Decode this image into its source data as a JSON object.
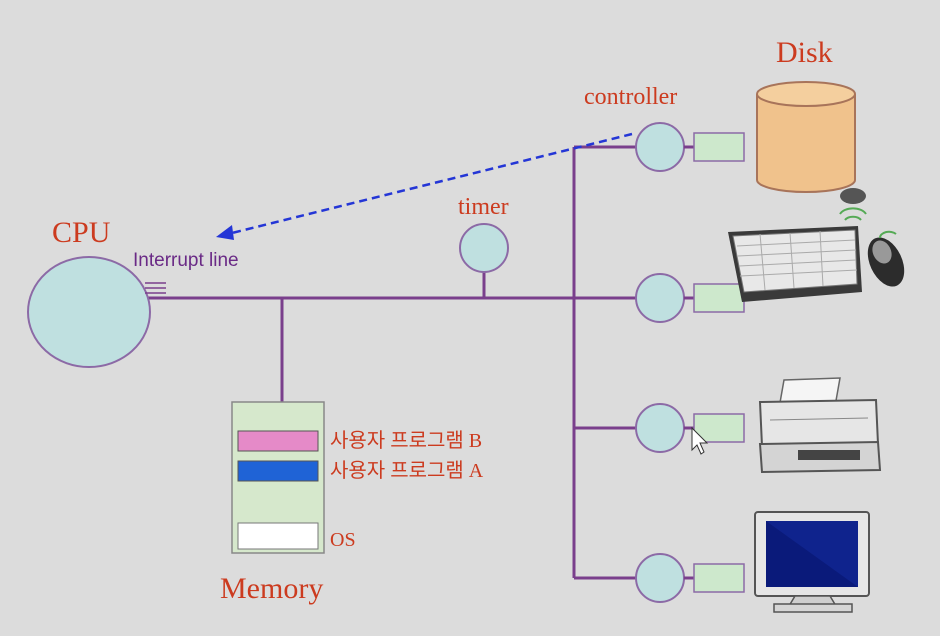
{
  "labels": {
    "cpu": "CPU",
    "interrupt_line": "Interrupt line",
    "timer": "timer",
    "controller": "controller",
    "disk": "Disk",
    "memory": "Memory",
    "user_program_b": "사용자 프로그램 B",
    "user_program_a": "사용자 프로그램 A",
    "os": "OS"
  },
  "colors": {
    "background": "#dcdcdc",
    "bus_line": "#7a3f8c",
    "interrupt_arrow": "#2436d6",
    "circle_fill": "#bfe0e0",
    "circle_stroke": "#8c6aa6",
    "label_red": "#cc3b1f",
    "program_b": "#e58ac8",
    "program_a": "#1f63d6",
    "disk_body": "#f0c28c"
  },
  "devices": [
    "disk",
    "keyboard-mouse",
    "printer",
    "monitor"
  ]
}
